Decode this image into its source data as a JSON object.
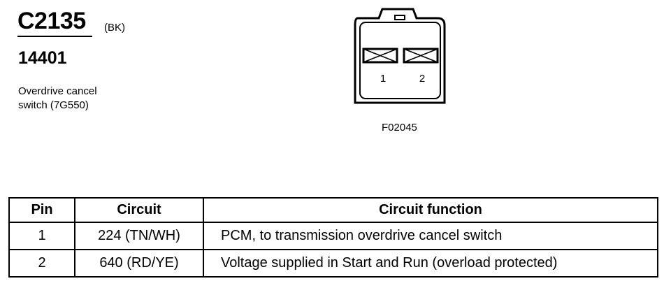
{
  "connector": {
    "id": "C2135",
    "color": "(BK)",
    "part_number": "14401",
    "description_line1": "Overdrive cancel",
    "description_line2": "switch (7G550)"
  },
  "diagram": {
    "pin_labels": [
      "1",
      "2"
    ],
    "figure_code": "F02045"
  },
  "table": {
    "headers": {
      "pin": "Pin",
      "circuit": "Circuit",
      "function": "Circuit function"
    },
    "rows": [
      {
        "pin": "1",
        "circuit": "224 (TN/WH)",
        "function": "PCM, to transmission overdrive cancel switch"
      },
      {
        "pin": "2",
        "circuit": "640 (RD/YE)",
        "function": "Voltage supplied in Start and Run (overload protected)"
      }
    ]
  }
}
